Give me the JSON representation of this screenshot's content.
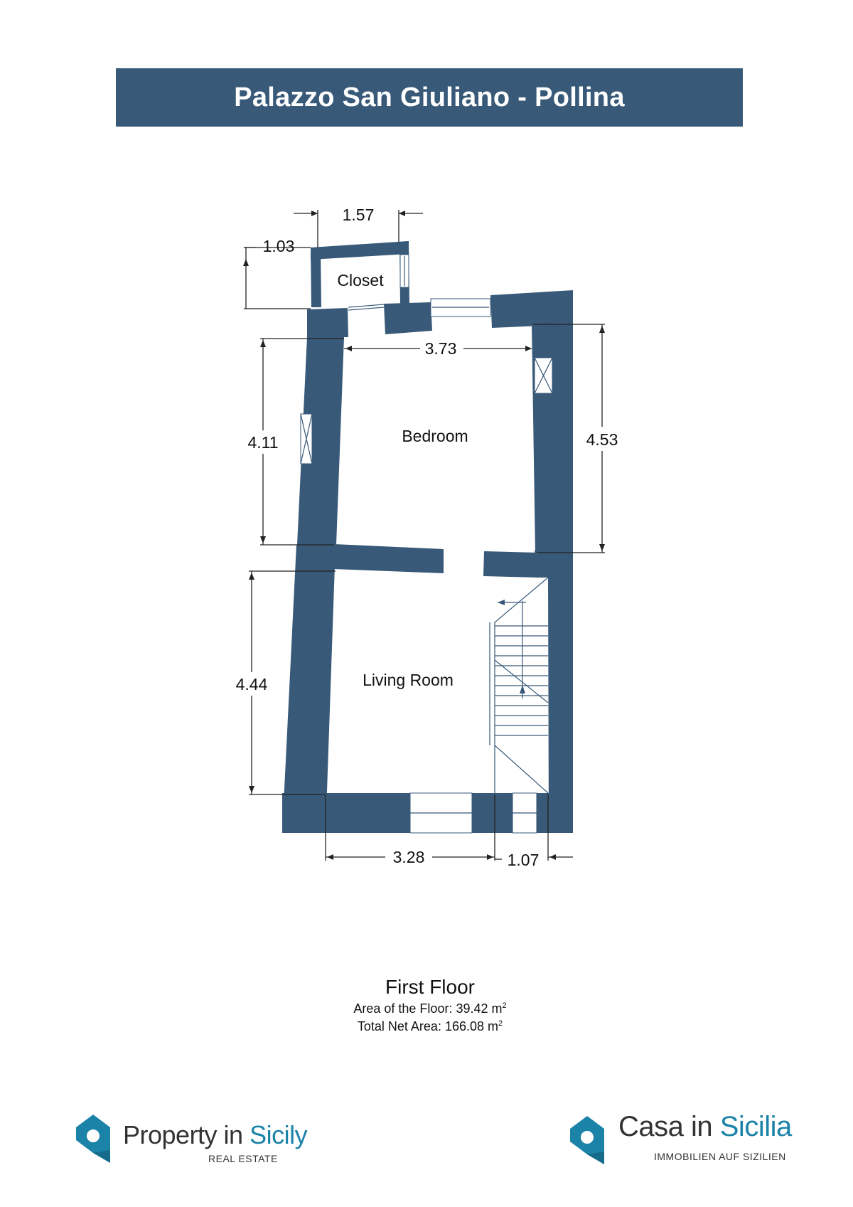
{
  "title": "Palazzo San Giuliano - Pollina",
  "rooms": {
    "closet": "Closet",
    "bedroom": "Bedroom",
    "living_room": "Living Room"
  },
  "dimensions": {
    "closet_width": "1.57",
    "closet_depth": "1.03",
    "bedroom_width": "3.73",
    "bedroom_left": "4.11",
    "bedroom_right": "4.53",
    "living_left": "4.44",
    "living_bottom": "3.28",
    "stair_bottom": "1.07"
  },
  "caption": {
    "floor_name": "First Floor",
    "area_floor_label": "Area of the Floor: 39.42 m",
    "area_floor_exp": "2",
    "total_net_label": "Total Net Area: 166.08 m",
    "total_net_exp": "2"
  },
  "logos": {
    "left": {
      "word1": "Property in ",
      "word2": "Sicily",
      "sub": "REAL ESTATE",
      "icon": "house-pin-icon"
    },
    "right": {
      "word1": "Casa in ",
      "word2": "Sicilia",
      "sub": "IMMOBILIEN AUF SIZILIEN",
      "icon": "house-pin-icon"
    }
  },
  "colors": {
    "wall": "#385978",
    "accent": "#1b83a8"
  }
}
